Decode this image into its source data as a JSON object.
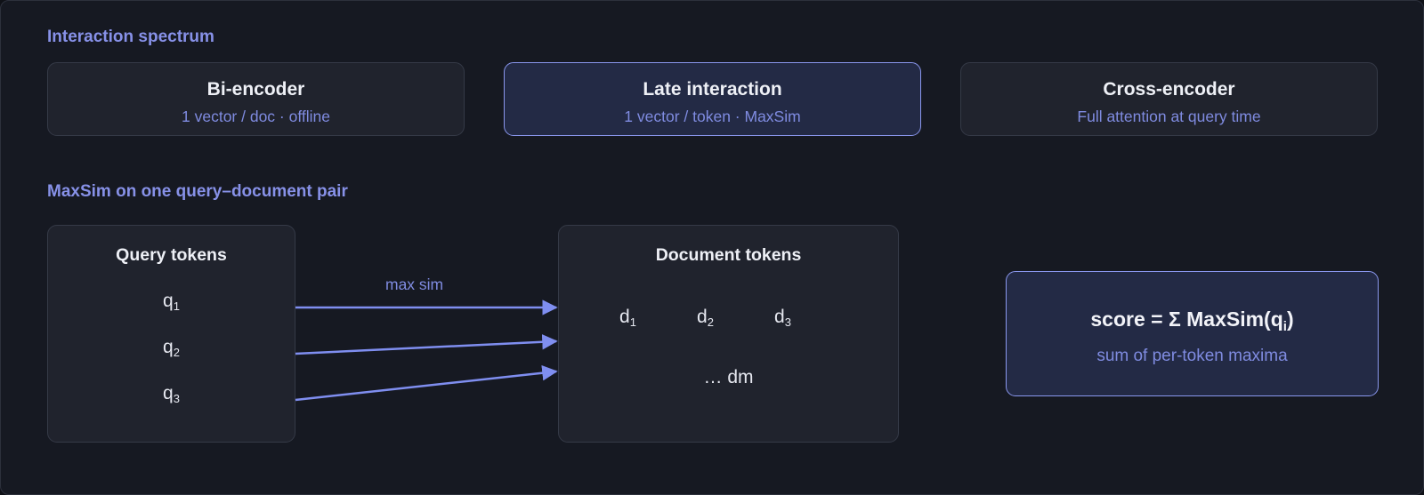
{
  "sections": {
    "spectrum_title": "Interaction spectrum",
    "maxsim_title": "MaxSim on one query–document pair"
  },
  "spectrum": [
    {
      "title": "Bi-encoder",
      "subtitle": "1 vector / doc · offline",
      "active": false
    },
    {
      "title": "Late interaction",
      "subtitle": "1 vector / token · MaxSim",
      "active": true
    },
    {
      "title": "Cross-encoder",
      "subtitle": "Full attention at query time",
      "active": false
    }
  ],
  "query_panel": {
    "title": "Query tokens",
    "tokens": [
      {
        "base": "q",
        "sub": "1"
      },
      {
        "base": "q",
        "sub": "2"
      },
      {
        "base": "q",
        "sub": "3"
      }
    ]
  },
  "doc_panel": {
    "title": "Document tokens",
    "tokens": [
      {
        "base": "d",
        "sub": "1"
      },
      {
        "base": "d",
        "sub": "2"
      },
      {
        "base": "d",
        "sub": "3"
      }
    ],
    "more": "… dm"
  },
  "edge_label": "max sim",
  "score": {
    "formula_prefix": "score = Σ MaxSim(q",
    "formula_sub": "i",
    "formula_suffix": ")",
    "subtitle": "sum of per-token maxima"
  },
  "colors": {
    "accent": "#8a97ee",
    "arrow": "#7f8ef0",
    "text_accent": "#7f8be0",
    "card_bg": "#20232d",
    "active_bg": "#232a45"
  }
}
